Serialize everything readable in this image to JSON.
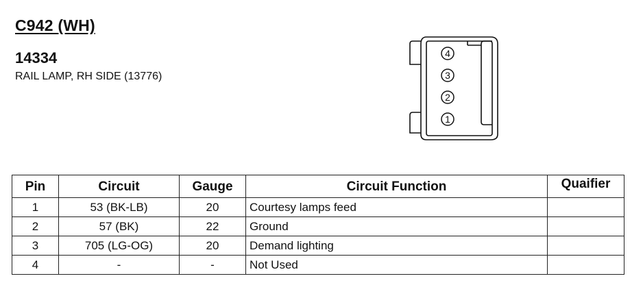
{
  "connector": {
    "id": "C942 (WH)",
    "part_number": "14334",
    "description": "RAIL LAMP, RH SIDE (13776)"
  },
  "connector_pins": [
    "4",
    "3",
    "2",
    "1"
  ],
  "table": {
    "headers": {
      "pin": "Pin",
      "circuit": "Circuit",
      "gauge": "Gauge",
      "function": "Circuit Function",
      "qualifier": "Quaifier"
    },
    "rows": [
      {
        "pin": "1",
        "circuit": "53 (BK-LB)",
        "gauge": "20",
        "function": "Courtesy lamps feed",
        "qualifier": ""
      },
      {
        "pin": "2",
        "circuit": "57 (BK)",
        "gauge": "22",
        "function": "Ground",
        "qualifier": ""
      },
      {
        "pin": "3",
        "circuit": "705 (LG-OG)",
        "gauge": "20",
        "function": "Demand lighting",
        "qualifier": ""
      },
      {
        "pin": "4",
        "circuit": "-",
        "gauge": "-",
        "function": "Not Used",
        "qualifier": ""
      }
    ]
  }
}
